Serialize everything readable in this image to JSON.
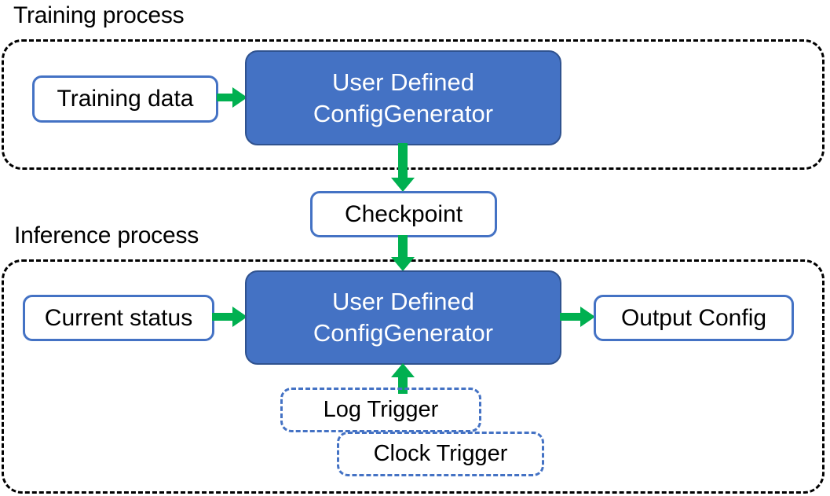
{
  "diagram": {
    "title": "Training process / Inference process flow",
    "colors": {
      "process_fill": "#4472C4",
      "process_border": "#2F528F",
      "io_border": "#4472C4",
      "arrow": "#00B050",
      "group_border": "#000000",
      "text_dark": "#000000",
      "text_light": "#FFFFFF",
      "background": "#FFFFFF"
    }
  },
  "sections": {
    "training": {
      "label": "Training process"
    },
    "inference": {
      "label": "Inference process"
    }
  },
  "nodes": {
    "training_data": {
      "label": "Training data",
      "type": "io"
    },
    "proc_training": {
      "line1": "User Defined",
      "line2": "ConfigGenerator",
      "type": "process"
    },
    "checkpoint": {
      "label": "Checkpoint",
      "type": "io"
    },
    "current_status": {
      "label": "Current status",
      "type": "io"
    },
    "proc_inference": {
      "line1": "User Defined",
      "line2": "ConfigGenerator",
      "type": "process"
    },
    "output_config": {
      "label": "Output Config",
      "type": "io"
    },
    "log_trigger": {
      "label": "Log Trigger",
      "type": "trigger"
    },
    "clock_trigger": {
      "label": "Clock Trigger",
      "type": "trigger"
    }
  },
  "edges": [
    {
      "name": "training-data-to-generator",
      "from": "training_data",
      "to": "proc_training",
      "direction": "right"
    },
    {
      "name": "generator-to-checkpoint",
      "from": "proc_training",
      "to": "checkpoint",
      "direction": "down"
    },
    {
      "name": "checkpoint-to-generator",
      "from": "checkpoint",
      "to": "proc_inference",
      "direction": "down"
    },
    {
      "name": "current-status-to-generator",
      "from": "current_status",
      "to": "proc_inference",
      "direction": "right"
    },
    {
      "name": "generator-to-output-config",
      "from": "proc_inference",
      "to": "output_config",
      "direction": "right"
    },
    {
      "name": "triggers-to-generator",
      "from": "log_trigger",
      "to": "proc_inference",
      "direction": "up"
    }
  ]
}
